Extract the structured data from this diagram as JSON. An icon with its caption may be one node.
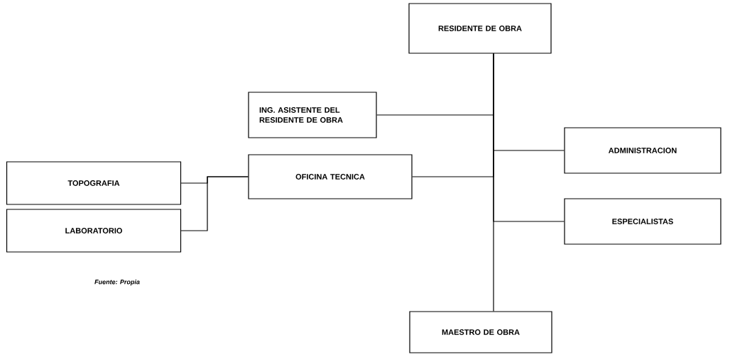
{
  "diagram": {
    "nodes": [
      {
        "text": [
          "RESIDENTE DE OBRA"
        ]
      },
      {
        "text": [
          "ING. ASISTENTE DEL RESIDENTE DE OBRA"
        ]
      },
      {
        "text": [
          "ADMINISTRACION"
        ]
      },
      {
        "text": [
          "TOPOGRAFIA"
        ]
      },
      {
        "text": [
          "OFICINA TECNICA"
        ]
      },
      {
        "text": [
          "LABORATORIO"
        ]
      },
      {
        "text": [
          "ESPECIALISTAS"
        ]
      },
      {
        "text": [
          "MAESTRO DE OBRA"
        ]
      }
    ],
    "edges": [
      {
        "from": 0,
        "to": 1,
        "arrow": "none"
      },
      {
        "from": 0,
        "to": 2,
        "arrow": "none"
      },
      {
        "from": 0,
        "to": 4,
        "arrow": "none"
      },
      {
        "from": 0,
        "to": 6,
        "arrow": "none"
      },
      {
        "from": 0,
        "to": 7,
        "arrow": "none"
      },
      {
        "from": 4,
        "to": 3,
        "arrow": "none"
      },
      {
        "from": 4,
        "to": 5,
        "arrow": "none"
      }
    ],
    "labels": [
      "Fuente: Propia"
    ]
  }
}
